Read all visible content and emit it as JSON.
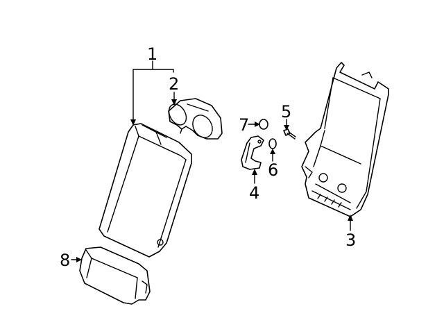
{
  "callouts": {
    "c1": "1",
    "c2": "2",
    "c3": "3",
    "c4": "4",
    "c5": "5",
    "c6": "6",
    "c7": "7",
    "c8": "8"
  },
  "icons": {
    "part1": "seat-back-cushion-icon",
    "part2": "cup-holder-icon",
    "part3": "seat-back-frame-icon",
    "part4": "handle-icon",
    "part5": "bolt-icon",
    "part6": "washer-icon",
    "part7": "clip-icon",
    "part8": "armrest-icon"
  }
}
